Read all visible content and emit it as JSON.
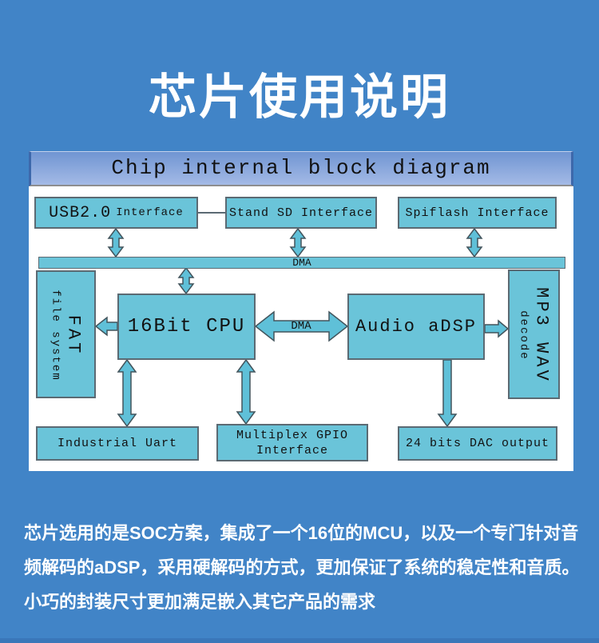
{
  "colors": {
    "background_blue": "#4184c7",
    "bottom_strip_blue": "#3a77b9",
    "panel_white": "#ffffff",
    "header_gradient_top": "#7095d2",
    "header_gradient_bottom": "#a4bae6",
    "block_fill_teal": "#6ac4d9",
    "block_border": "#5b6a73",
    "arrow_fill": "#5fc0d8",
    "text_white": "#ffffff",
    "text_black": "#111111"
  },
  "header": {
    "title": "芯片使用说明"
  },
  "diagram": {
    "title": "Chip internal block diagram",
    "usb_main": "USB2.0",
    "usb_sub": "Interface",
    "sd": "Stand SD Interface",
    "spiflash": "Spiflash Interface",
    "dma_bus": "DMA",
    "fat_main": "FAT",
    "fat_sub": "file system",
    "cpu": "16Bit CPU",
    "dma_link": "DMA",
    "adsp": "Audio aDSP",
    "mp3_main": "MP3 WAV",
    "mp3_sub": "decode",
    "uart": "Industrial Uart",
    "gpio": "Multiplex GPIO Interface",
    "dac": "24 bits DAC output"
  },
  "description": {
    "lines": [
      "芯片选用的是SOC方案，集成了一个16位的MCU，以及一个专门针对音",
      "频解码的aDSP，采用硬解码的方式，更加保证了系统的稳定性和音质。",
      "小巧的封装尺寸更加满足嵌入其它产品的需求"
    ]
  }
}
